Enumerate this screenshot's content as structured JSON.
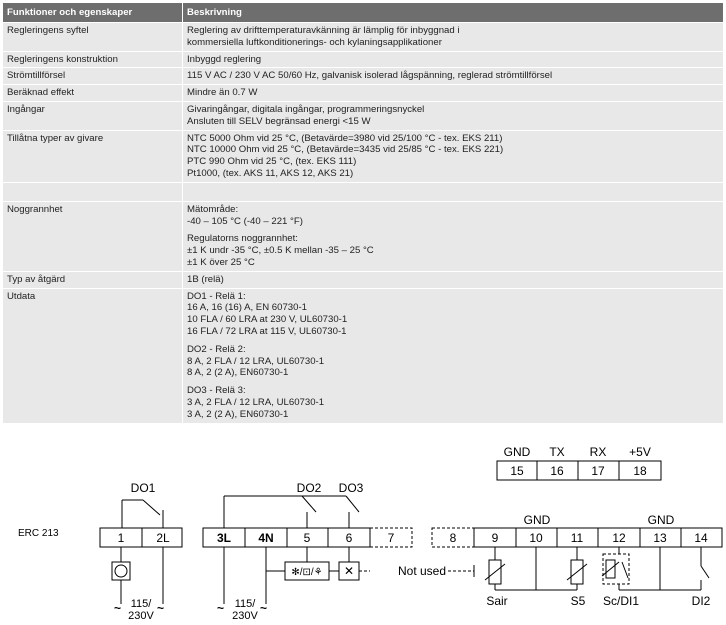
{
  "table": {
    "headers": [
      "Funktioner och egenskaper",
      "Beskrivning"
    ],
    "rows": [
      {
        "label": "Regleringens syftel",
        "lines": [
          "Reglering av drifttemperaturavkänning är lämplig för inbyggnad i",
          "kommersiella luftkonditionerings- och kylaningsapplikationer"
        ]
      },
      {
        "label": "Regleringens konstruktion",
        "lines": [
          "Inbyggd reglering"
        ]
      },
      {
        "label": "Strömtillförsel",
        "lines": [
          "115 V AC / 230 V AC 50/60 Hz, galvanisk isolerad lågspänning, reglerad strömtillförsel"
        ]
      },
      {
        "label": "Beräknad effekt",
        "lines": [
          "Mindre än 0.7 W"
        ]
      },
      {
        "label": "Ingångar",
        "lines": [
          "Givaringångar, digitala ingångar, programmeringsnyckel",
          "Ansluten till SELV begränsad energi <15 W"
        ]
      },
      {
        "label": "Tillåtna typer av givare",
        "lines": [
          "NTC 5000 Ohm vid 25 °C, (Betavärde=3980 vid 25/100 °C - tex. EKS 211)",
          "NTC 10000 Ohm vid 25 °C, (Betavärde=3435 vid 25/85 °C - tex. EKS 221)",
          "PTC 990 Ohm vid 25 °C, (tex. EKS 111)",
          "Pt1000, (tex. AKS 11, AKS 12, AKS 21)"
        ]
      },
      {
        "label": "Noggrannhet",
        "blocks": [
          [
            "Mätområde:",
            "-40 – 105 °C (-40 – 221 °F)"
          ],
          [
            "Regulatorns noggrannhet:",
            "±1 K undr -35 °C, ±0.5 K mellan -35 – 25 °C",
            "±1 K över 25 °C"
          ]
        ]
      },
      {
        "label": "Typ av åtgärd",
        "lines": [
          "1B (relä)"
        ]
      },
      {
        "label": "Utdata",
        "blocks": [
          [
            "DO1 - Relä 1:",
            "16 A, 16 (16) A, EN 60730-1",
            "10 FLA / 60 LRA at 230 V, UL60730-1",
            "16 FLA / 72 LRA at 115 V, UL60730-1"
          ],
          [
            "DO2 - Relä 2:",
            "8 A, 2 FLA / 12 LRA, UL60730-1",
            "8 A, 2 (2 A), EN60730-1"
          ],
          [
            "DO3 - Relä 3:",
            "3 A, 2 FLA / 12 LRA, UL60730-1",
            "3 A, 2 (2 A), EN60730-1"
          ]
        ]
      }
    ]
  },
  "diagram": {
    "model": "ERC 213",
    "comm": {
      "labels": [
        "GND",
        "TX",
        "RX",
        "+5V"
      ],
      "terminals": [
        "15",
        "16",
        "17",
        "18"
      ]
    },
    "block1": {
      "relay": "DO1",
      "terminals": [
        "1",
        "2L"
      ],
      "supply": [
        "115/",
        "230V"
      ]
    },
    "block2": {
      "relays": [
        "DO2",
        "DO3"
      ],
      "terminals": [
        "3L",
        "4N",
        "5",
        "6",
        "7"
      ],
      "supply": [
        "115/",
        "230V"
      ],
      "not_used": "Not used"
    },
    "block3": {
      "terminals": [
        "8",
        "9",
        "10",
        "11",
        "12",
        "13",
        "14"
      ],
      "gnd_labels": [
        "GND",
        "GND"
      ],
      "sensors": [
        "Sair",
        "S5",
        "Sc/DI1",
        "DI2"
      ]
    },
    "load_icons": [
      "fan-cool-defrost-heater-icon",
      "fan-icon",
      "compressor-icon"
    ]
  }
}
